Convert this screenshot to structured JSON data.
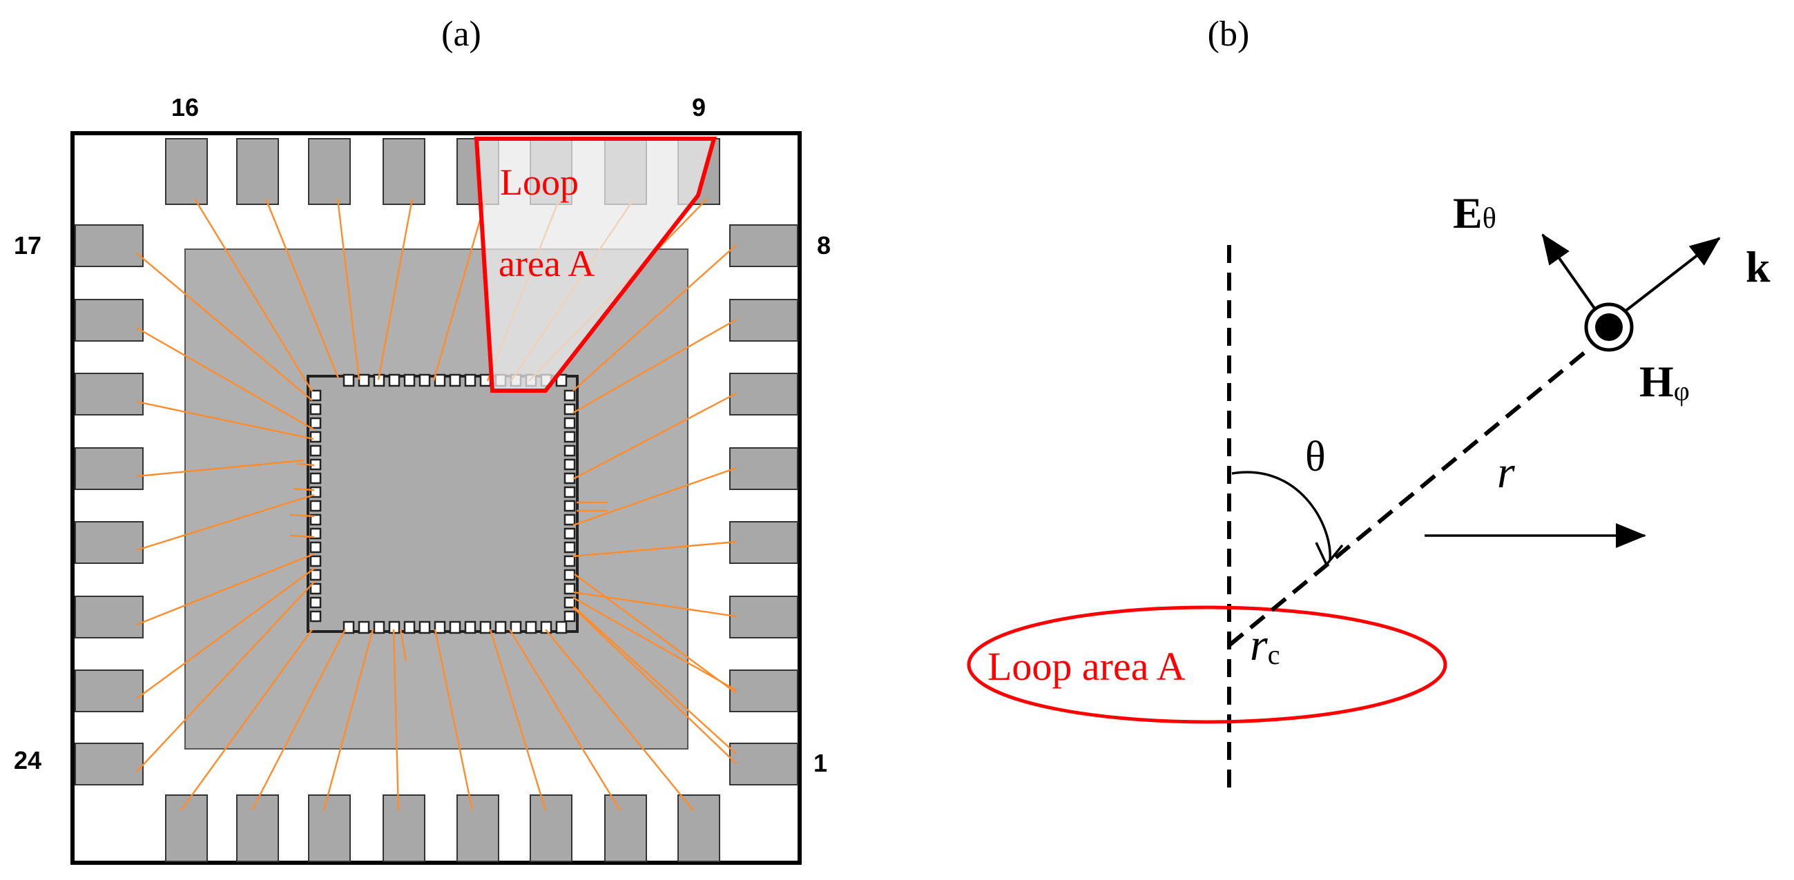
{
  "panel_a": {
    "label": "(a)",
    "pin_labels": {
      "top_left": "16",
      "top_right": "9",
      "left_top": "17",
      "right_top": "8",
      "left_bottom": "24",
      "right_bottom": "1"
    },
    "loop_label_line1": "Loop",
    "loop_label_line2": "area A"
  },
  "panel_b": {
    "label": "(b)",
    "e_label": "E",
    "e_sub": "θ",
    "k_label": "k",
    "h_label": "H",
    "h_sub": "φ",
    "theta_label": "θ",
    "r_label": "r",
    "rc_label": "r",
    "rc_sub": "c",
    "loop_label": "Loop area A"
  },
  "colors": {
    "accent": "#ff0000",
    "wire": "#ff8c2a",
    "pad": "#a8a8a8",
    "die": "#b0b0b0",
    "stroke": "#000000"
  }
}
